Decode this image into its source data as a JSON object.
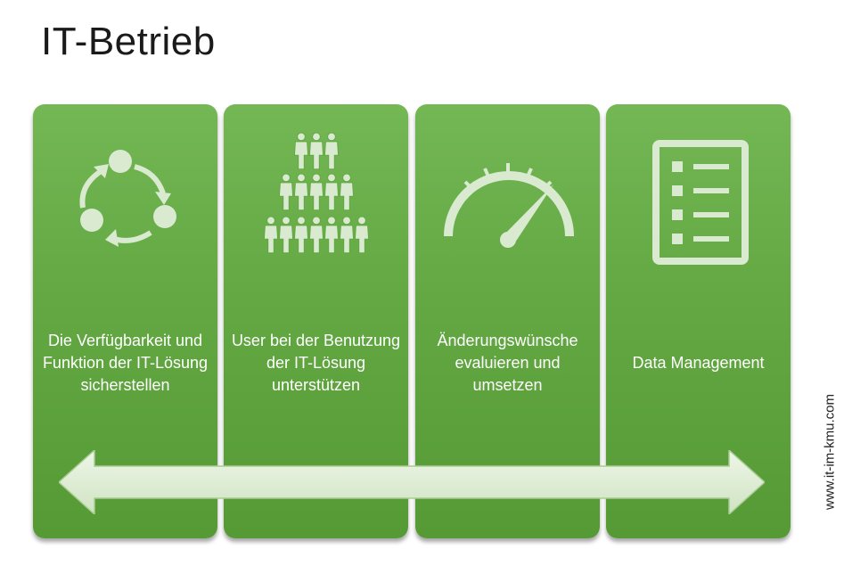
{
  "title": "IT-Betrieb",
  "cards": [
    {
      "icon": "cycle-icon",
      "text": "Die Verfügbarkeit und Funktion der IT-Lösung sicherstellen"
    },
    {
      "icon": "people-group-icon",
      "text": "User bei der Benutzung der IT-Lösung unterstützen"
    },
    {
      "icon": "speedometer-icon",
      "text": "Änderungswünsche evaluieren und umsetzen"
    },
    {
      "icon": "checklist-icon",
      "text": "Data Management"
    }
  ],
  "website": "www.it-im-kmu.com",
  "colors": {
    "card_green": "#63a843",
    "icon_fill": "#d9ead0",
    "arrow_fill": "#e3efd9"
  }
}
